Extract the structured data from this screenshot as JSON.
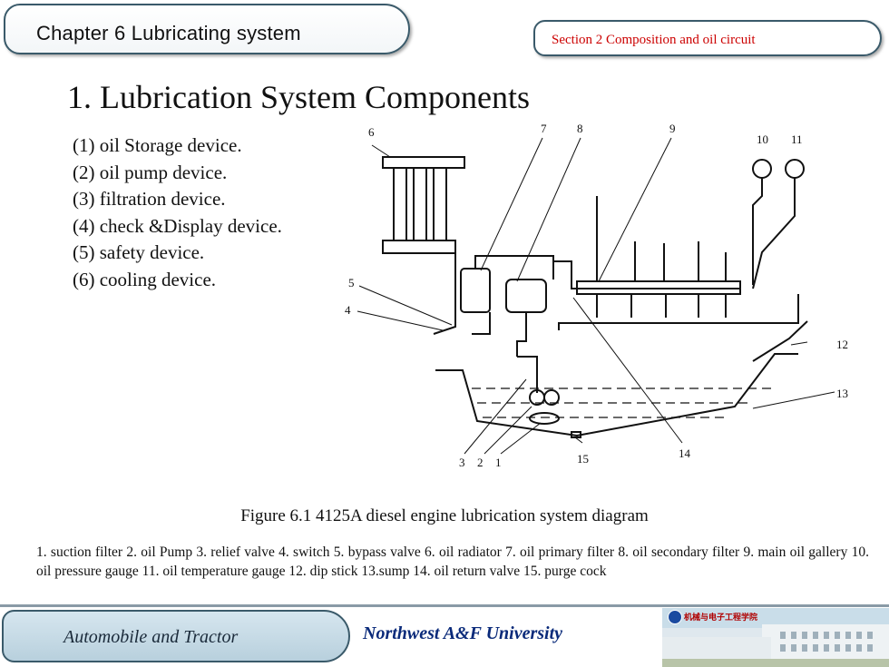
{
  "header": {
    "chapter": "Chapter 6  Lubricating system",
    "section": "Section 2   Composition and  oil circuit"
  },
  "main": {
    "heading": "1. Lubrication System Components",
    "components": [
      "(1) oil Storage device.",
      "(2) oil pump device.",
      "(3) filtration device.",
      "(4) check &Display device.",
      "(5) safety device.",
      "(6) cooling device."
    ],
    "diagram_numbers": [
      "1",
      "2",
      "3",
      "4",
      "5",
      "6",
      "7",
      "8",
      "9",
      "10",
      "11",
      "12",
      "13",
      "14",
      "15"
    ],
    "caption": "Figure  6.1  4125A  diesel engine lubrication system diagram",
    "legend": "1. suction filter  2. oil Pump  3. relief valve  4. switch  5. bypass valve  6. oil radiator  7. oil  primary filter  8. oil  secondary filter  9. main oil gallery 10. oil pressure gauge 11. oil temperature gauge 12. dip stick  13.sump  14. oil return valve  15. purge cock"
  },
  "footer": {
    "left": "Automobile and Tractor",
    "right": "Northwest  A&F  University",
    "college_label": "机械与电子工程学院"
  },
  "colors": {
    "accent_red": "#cc0000",
    "footer_blue": "#0a2a7a",
    "tab_border": "#3a5a6a"
  }
}
